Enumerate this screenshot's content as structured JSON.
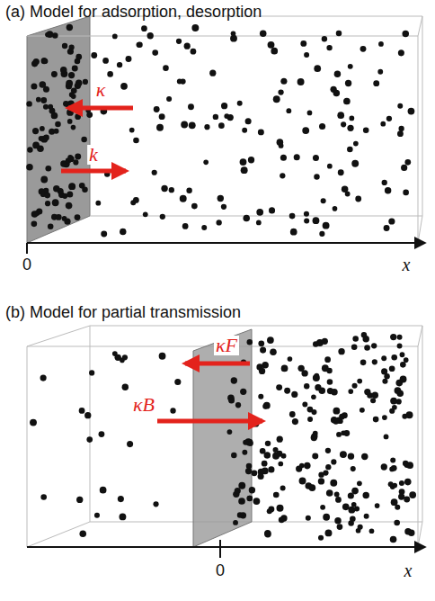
{
  "diagram": {
    "labels": [
      "(a) Model for adsorption, desorption",
      "κ",
      "k",
      "0",
      "x",
      "(b) Model for partial transmission",
      "κF",
      "κB",
      "0",
      "x"
    ]
  }
}
